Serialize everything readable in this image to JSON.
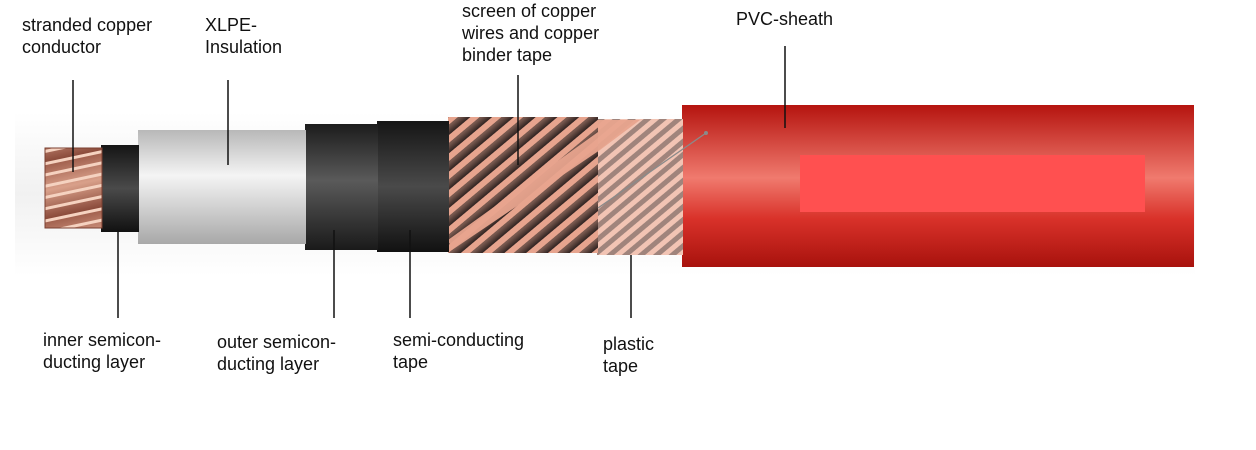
{
  "colors": {
    "copper": "#c98a72",
    "copper_light": "#f2c8b4",
    "semicon_dark": "#2b2b2b",
    "xlpe_gray": "#dedede",
    "pvc_red": "#d92a22",
    "pvc_highlight": "#ff5050"
  },
  "labels": {
    "stranded_copper_conductor": [
      "stranded copper",
      "conductor"
    ],
    "xlpe_insulation": [
      "XLPE-",
      "Insulation"
    ],
    "copper_screen": [
      "screen of copper",
      "wires and copper",
      "binder tape"
    ],
    "pvc_sheath": [
      "PVC-sheath"
    ],
    "inner_semiconducting_layer": [
      "inner semicon-",
      "ducting layer"
    ],
    "outer_semiconducting_layer": [
      "outer semicon-",
      "ducting layer"
    ],
    "semiconducting_tape": [
      "semi-conducting",
      "tape"
    ],
    "plastic_tape": [
      "plastic",
      "tape"
    ]
  }
}
